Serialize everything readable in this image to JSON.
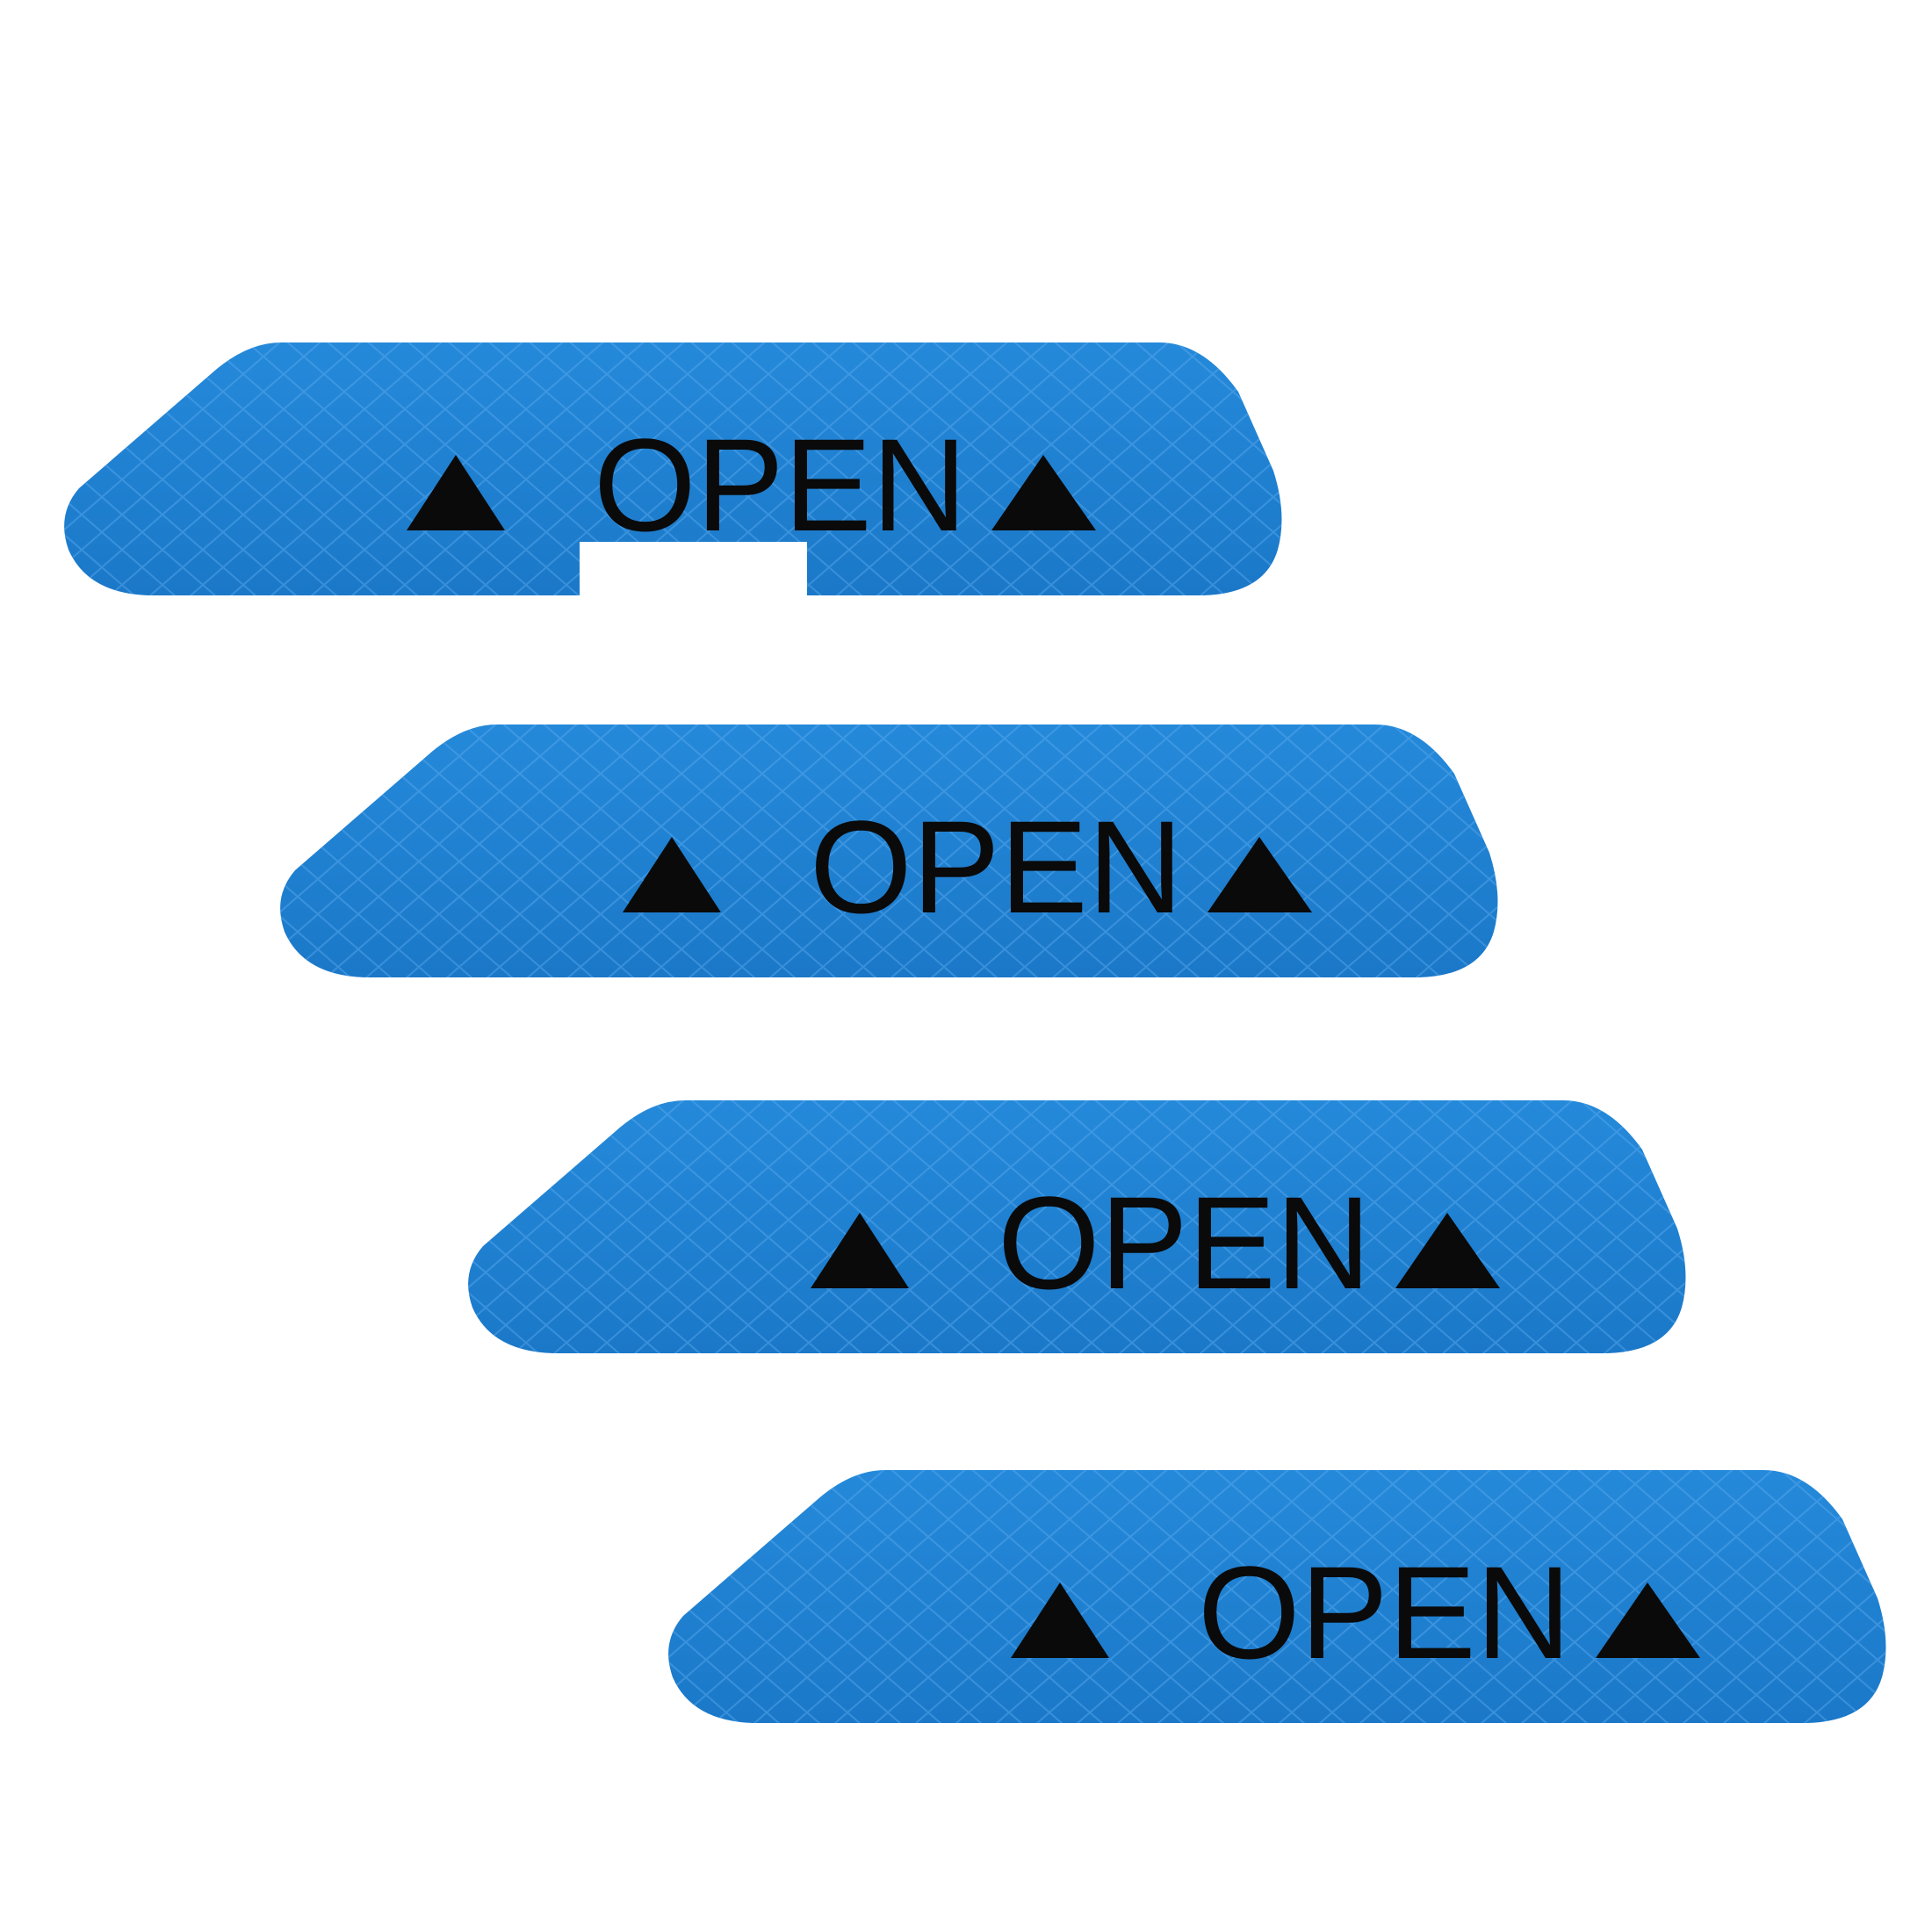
{
  "product": {
    "colors": {
      "sticker": "#1e7fd0",
      "sticker_light": "#4fa3e6",
      "text": "#0a0a0a",
      "background": "#ffffff"
    },
    "stickers": [
      {
        "label": "OPEN",
        "icon": "triangle-up-icon"
      },
      {
        "label": "OPEN",
        "icon": "triangle-up-icon"
      },
      {
        "label": "OPEN",
        "icon": "triangle-up-icon"
      },
      {
        "label": "OPEN",
        "icon": "triangle-up-icon"
      }
    ]
  }
}
